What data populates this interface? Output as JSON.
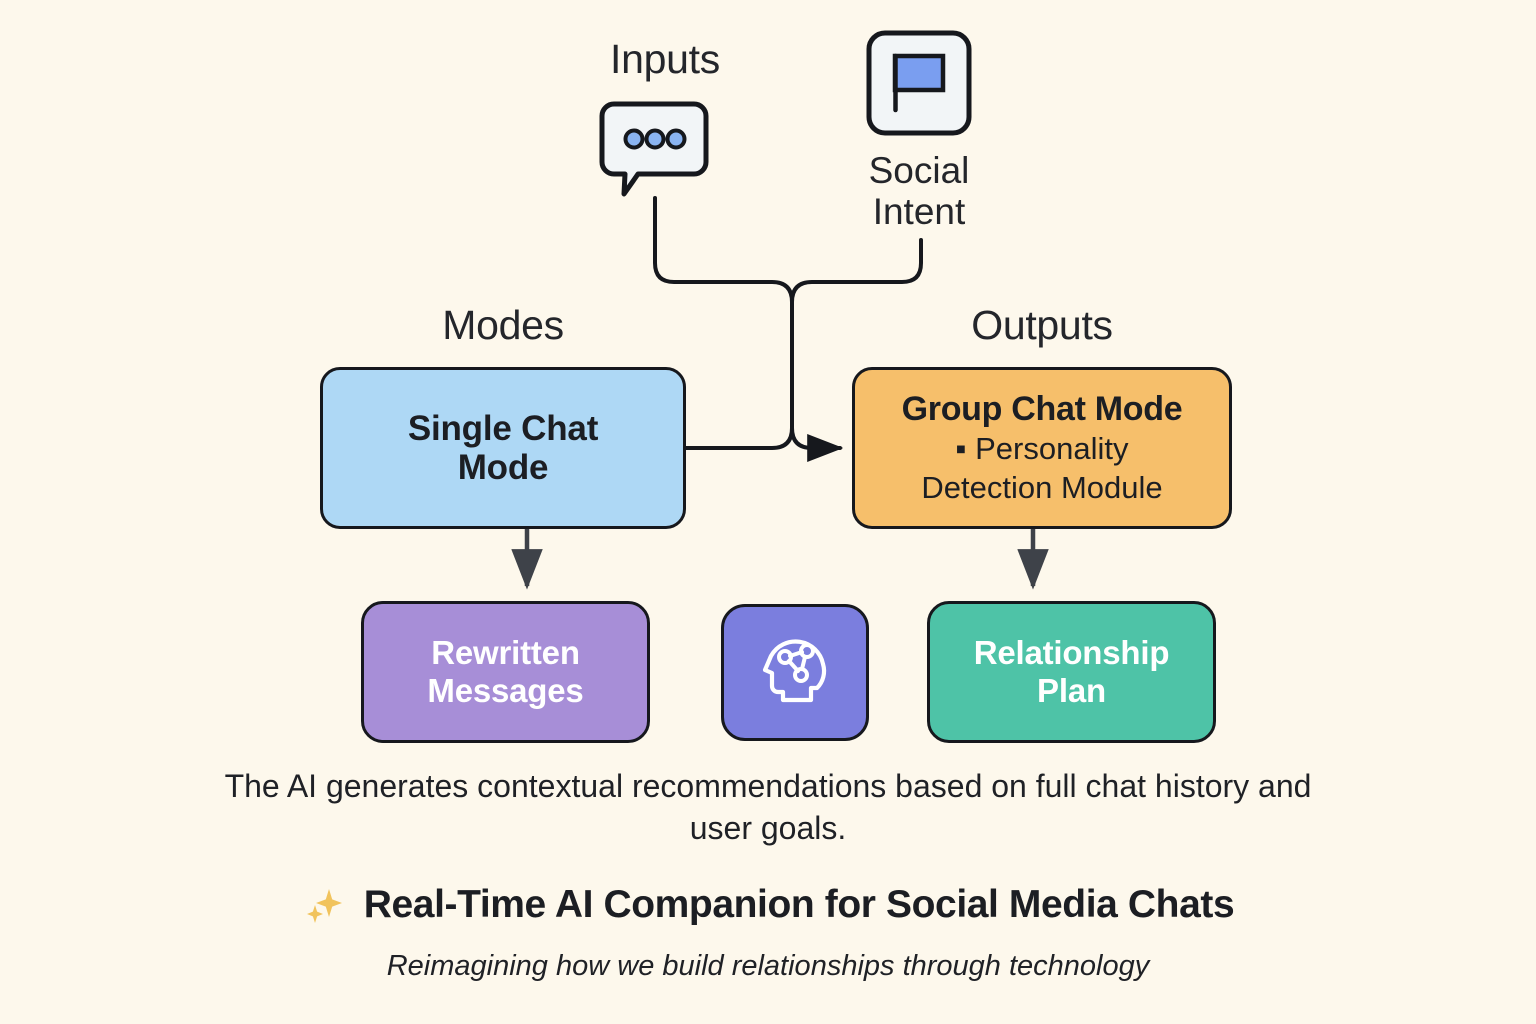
{
  "background_color": "#fdf8ec",
  "sections": {
    "inputs_caption": "Inputs",
    "modes_caption": "Modes",
    "outputs_caption": "Outputs"
  },
  "icons": {
    "chat_bubble": "chat-bubble-icon",
    "flag": "flag-icon",
    "brain": "brain-network-icon",
    "sparkles": "sparkles-icon"
  },
  "inputs": {
    "chat_bubble_label": "",
    "social_intent_label": "Social\nIntent",
    "social_intent_line1": "Social",
    "social_intent_line2": "Intent"
  },
  "nodes": {
    "single_chat": {
      "title_line1": "Single Chat",
      "title_line2": "Mode",
      "fill": "#aed8f5",
      "text_color": "#1c1e23"
    },
    "group_chat": {
      "title": "Group Chat Mode",
      "bullet_line1": "▪ Personality",
      "bullet_line2": "Detection Module",
      "fill": "#f6bf6b",
      "text_color": "#1c1e23"
    },
    "rewritten_messages": {
      "title_line1": "Rewritten",
      "title_line2": "Messages",
      "fill": "#a78ed7",
      "text_color": "#ffffff"
    },
    "relationship_plan": {
      "title_line1": "Relationship",
      "title_line2": "Plan",
      "fill": "#4ec3a7",
      "text_color": "#ffffff"
    },
    "brain_module": {
      "fill": "#7b7ede",
      "icon": "brain-network-icon"
    }
  },
  "footer": {
    "description_line1": "The AI generates contextual recommendations based on full chat history and",
    "description_line2": "user goals.",
    "headline": "Real-Time AI Companion for Social Media Chats",
    "subtitle": "Reimagining how we build relationships through technology",
    "sparkle_color": "#f1c35c"
  }
}
